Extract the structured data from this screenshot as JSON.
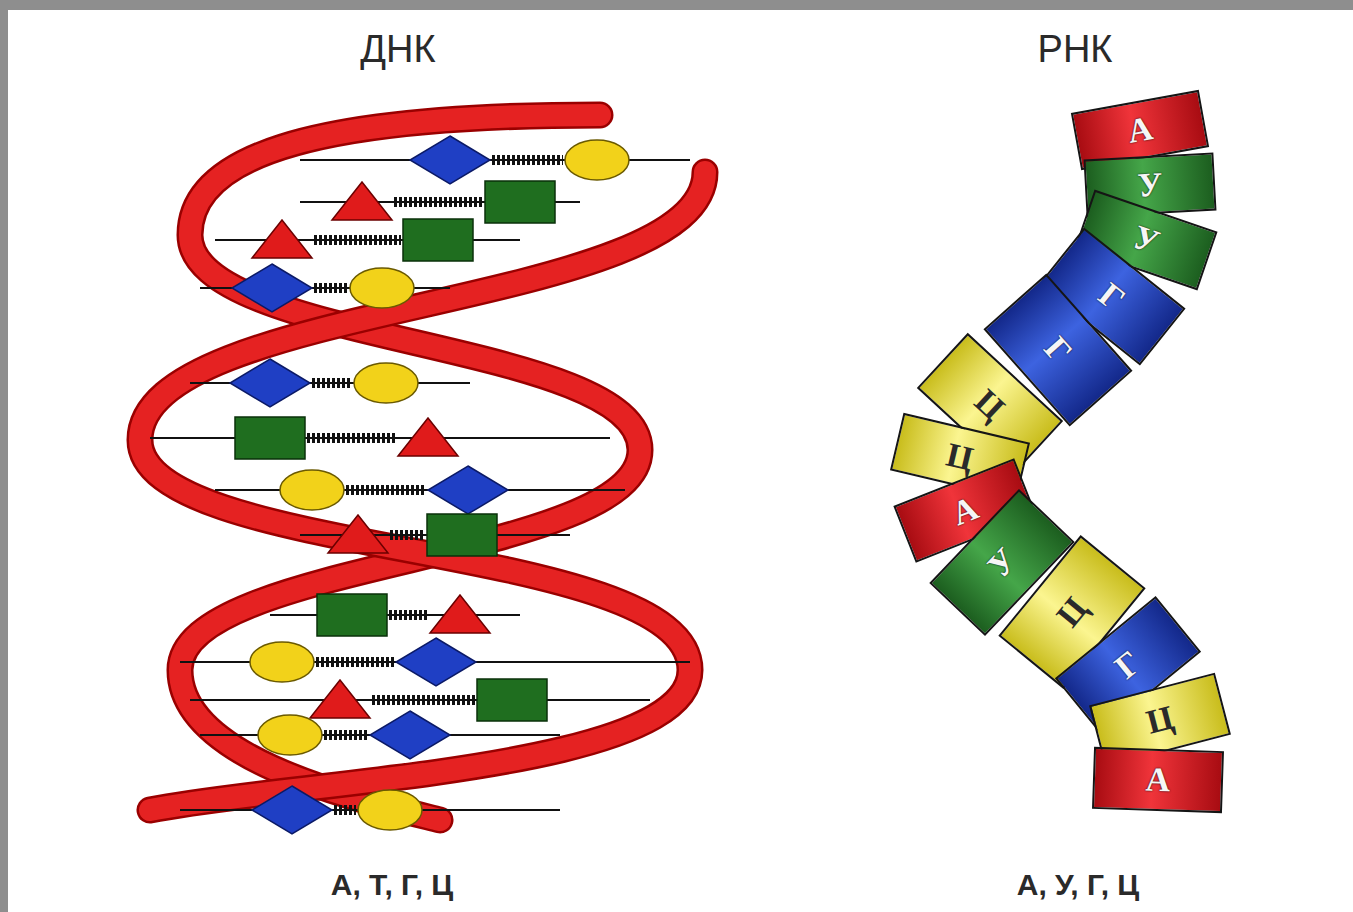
{
  "diagram": {
    "nodes": [
      {
        "text": [
          "А"
        ]
      },
      {
        "text": [
          "У"
        ]
      },
      {
        "text": [
          "У"
        ]
      },
      {
        "text": [
          "Г"
        ]
      },
      {
        "text": [
          "Г"
        ]
      },
      {
        "text": [
          "Ц"
        ]
      },
      {
        "text": [
          "Ц"
        ]
      },
      {
        "text": [
          "А"
        ]
      },
      {
        "text": [
          "У"
        ]
      },
      {
        "text": [
          "Ц"
        ]
      },
      {
        "text": [
          "Г"
        ]
      },
      {
        "text": [
          "Ц"
        ]
      },
      {
        "text": [
          "А"
        ]
      }
    ],
    "labels": [
      "ДНК",
      "РНК",
      "А, Т, Г, Ц",
      "А, У, Г, Ц"
    ]
  }
}
